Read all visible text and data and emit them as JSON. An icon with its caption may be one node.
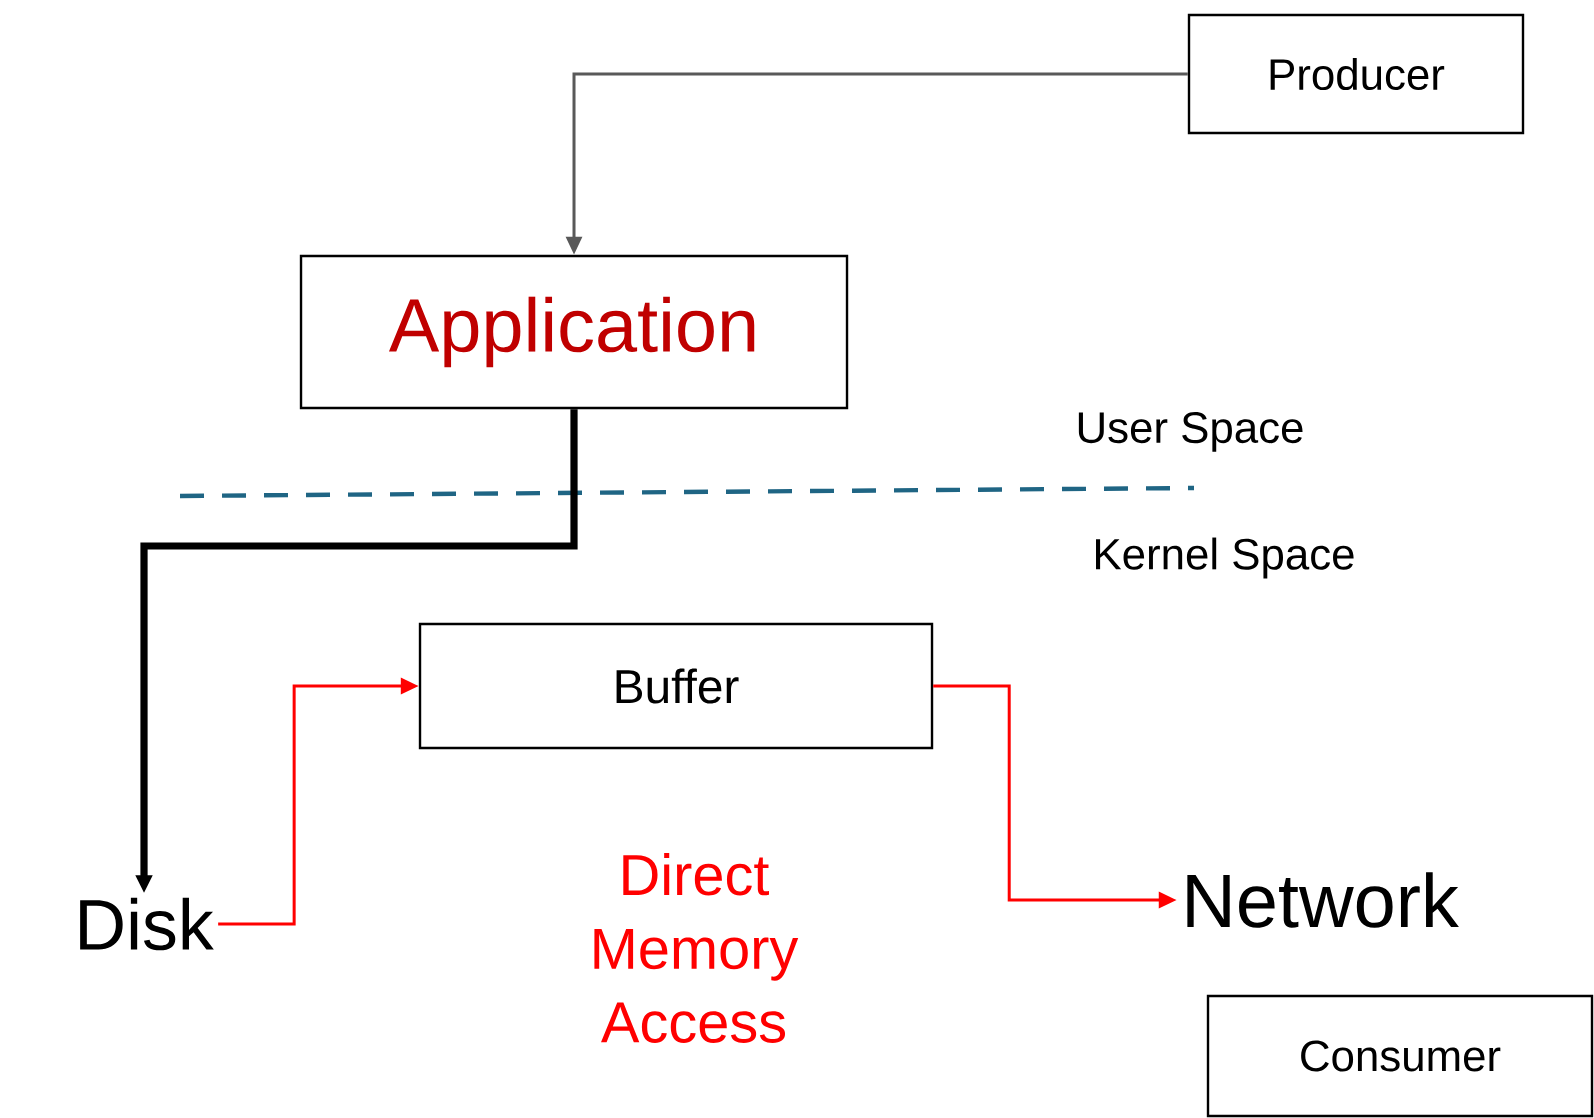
{
  "diagram": {
    "nodes": [
      {
        "text": [
          "Producer"
        ]
      },
      {
        "text": [
          "Application"
        ]
      },
      {
        "text": [
          "Buffer"
        ]
      },
      {
        "text": [
          "Disk"
        ]
      },
      {
        "text": [
          "Network"
        ]
      },
      {
        "text": [
          "Consumer"
        ]
      }
    ],
    "edges": [
      {
        "from": 0,
        "to": 1,
        "arrow": "to",
        "color": "#595959"
      },
      {
        "from": 1,
        "to": 3,
        "arrow": "to",
        "style": "thick",
        "color": "#000000"
      },
      {
        "from": 3,
        "to": 2,
        "arrow": "to",
        "color": "#ff0000"
      },
      {
        "from": 2,
        "to": 4,
        "arrow": "to",
        "color": "#ff0000"
      }
    ],
    "labels": [
      "User Space",
      "Kernel Space",
      "Direct Memory Access"
    ]
  }
}
